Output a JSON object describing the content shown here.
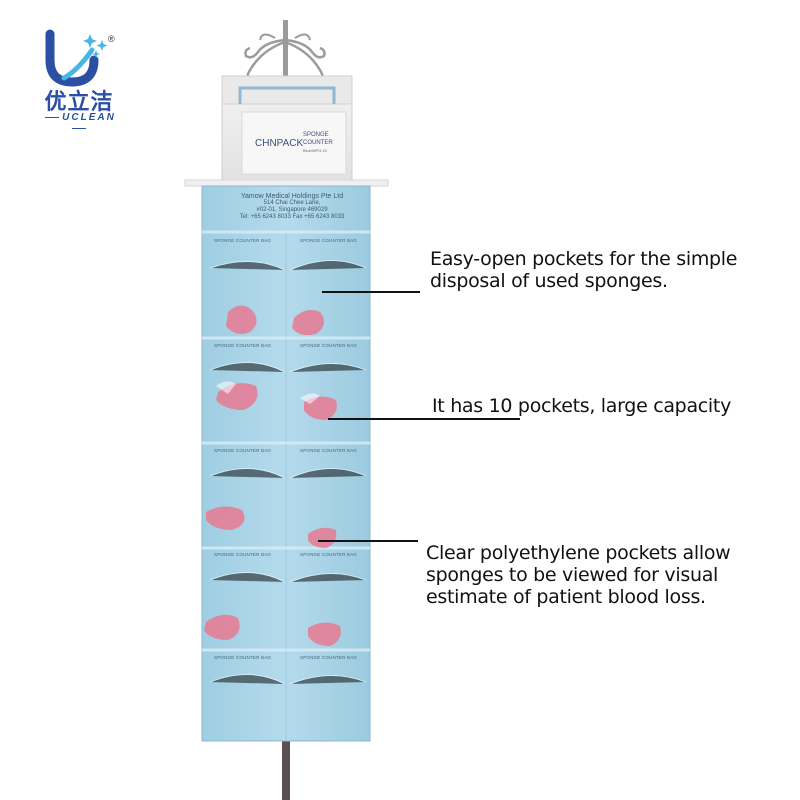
{
  "logo": {
    "chinese_name": "优立洁",
    "english_name": "UCLEAN",
    "registered_mark": "®",
    "color": "#2a4fa3"
  },
  "product": {
    "box_brand": "CHNPACK",
    "box_title": "SPONGE COUNTER",
    "box_subtitle": "Blue/MPO.10",
    "bag_header": [
      "Yamow Medical Holdings Pte Ltd",
      "514 Chai Chee Lane,",
      "#02-01, Singapore 469029",
      "Tel: +65 6243 8033 Fax +65 6243 8033"
    ],
    "pocket_labels": [
      "SPONGE COUNTER BAG",
      "SPONGE COUNTER BAG",
      "SPONGE COUNTER BAG",
      "SPONGE COUNTER BAG",
      "SPONGE COUNTER BAG",
      "SPONGE COUNTER BAG",
      "SPONGE COUNTER BAG",
      "SPONGE COUNTER BAG",
      "SPONGE COUNTER BAG",
      "SPONGE COUNTER BAG"
    ],
    "bag_color": "#a9d3e6",
    "sponge_color": "#e66b86"
  },
  "annotations": [
    {
      "line1": "Easy-open pockets for the simple",
      "line2": "disposal of used sponges."
    },
    {
      "line1": "It has 10 pockets, large capacity"
    },
    {
      "line1": "Clear polyethylene pockets allow",
      "line2": "sponges to be viewed for visual",
      "line3": "estimate of patient blood loss."
    }
  ]
}
